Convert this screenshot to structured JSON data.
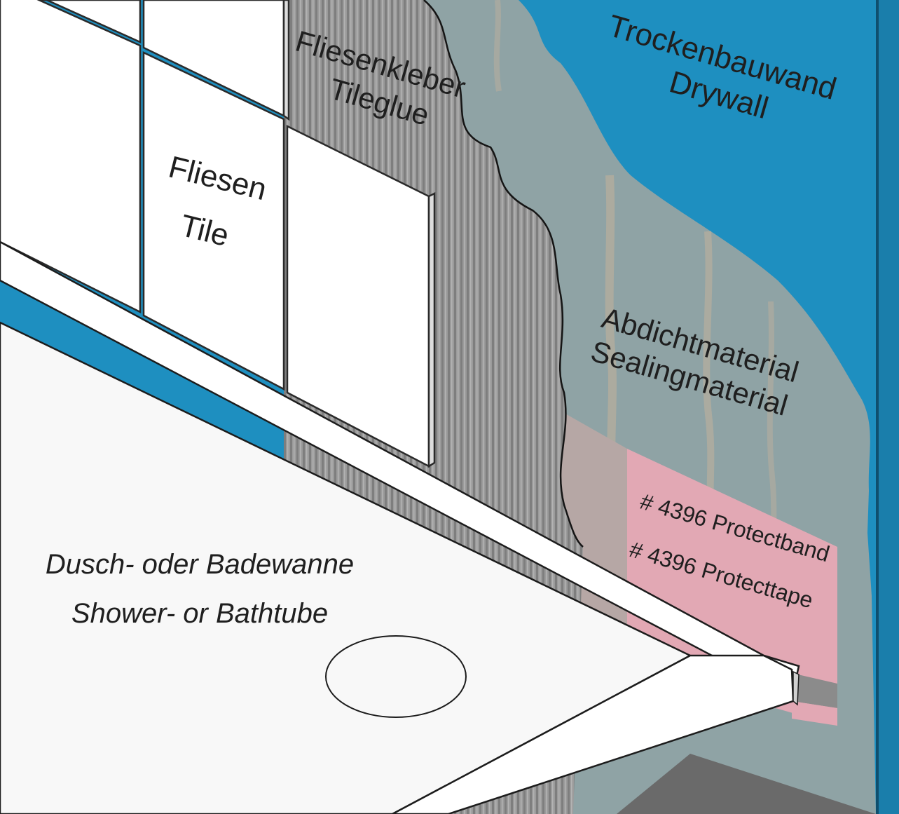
{
  "labels": {
    "drywall_de": "Trockenbauwand",
    "drywall_en": "Drywall",
    "tileglue_de": "Fliesenkleber",
    "tileglue_en": "Tileglue",
    "tile_de": "Fliesen",
    "tile_en": "Tile",
    "sealing_de": "Abdichtmaterial",
    "sealing_en": "Sealingmaterial",
    "protect_de": "# 4396 Protectband",
    "protect_en": "# 4396 Protecttape",
    "tub_de": "Dusch- oder Badewanne",
    "tub_en": "Shower- or Bathtube"
  },
  "colors": {
    "drywall": "#1e8fc0",
    "drywall_edge": "#14658a",
    "sealing": "#8fa3a5",
    "sealing_streak": "#b4b0a4",
    "tileglue": "#9a9a9a",
    "tile": "#ffffff",
    "protecttape": "#e2a8b4",
    "tub_surface": "#f8f8f8",
    "floor": "#6a6a6a"
  }
}
